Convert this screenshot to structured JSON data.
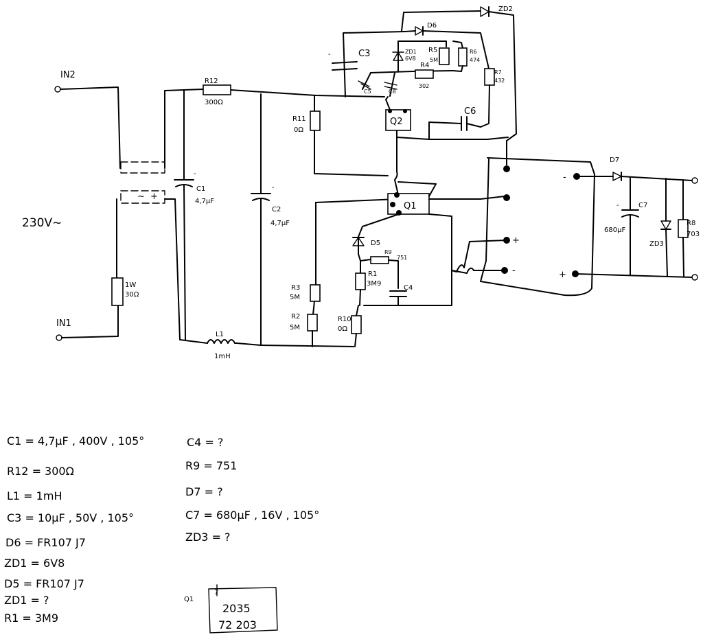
{
  "diagram": {
    "inputs": {
      "in2": "IN2",
      "in1": "IN1",
      "mains": "230V~"
    },
    "fuse_resistor": {
      "rating": "1W",
      "value": "30Ω"
    },
    "bridge": {
      "ac": "~",
      "plus": "+"
    },
    "components": {
      "r12": {
        "name": "R12",
        "value": "300Ω"
      },
      "c1": {
        "name": "C1",
        "value": "4,7µF",
        "minus": "-"
      },
      "c2": {
        "name": "C2",
        "value": "4,7µF",
        "minus": "-"
      },
      "l1": {
        "name": "L1",
        "value": "1mH"
      },
      "r11": {
        "name": "R11",
        "value": "0Ω"
      },
      "r3": {
        "name": "R3",
        "value": "5M"
      },
      "r2": {
        "name": "R2",
        "value": "5M"
      },
      "r10": {
        "name": "R10",
        "value": "0Ω"
      },
      "r1": {
        "name": "R1",
        "value": "3M9"
      },
      "r9": {
        "name": "R9",
        "value": "751"
      },
      "d5": {
        "name": "D5"
      },
      "c4": {
        "name": "C4"
      },
      "q1": {
        "name": "Q1"
      },
      "q2": {
        "name": "Q2"
      },
      "c3": {
        "name": "C3",
        "minus": "-"
      },
      "c5": {
        "name": "C5"
      },
      "c8": {
        "name": "C8"
      },
      "zd1": {
        "name": "ZD1",
        "value": "6V8"
      },
      "r5": {
        "name": "R5",
        "value": "5M"
      },
      "r4": {
        "name": "R4",
        "value": "302"
      },
      "r6": {
        "name": "R6",
        "value": "474"
      },
      "r7": {
        "name": "R7",
        "value": "432"
      },
      "d6": {
        "name": "D6"
      },
      "zd2": {
        "name": "ZD2"
      },
      "c6": {
        "name": "C6"
      },
      "d7": {
        "name": "D7"
      },
      "c7": {
        "name": "C7",
        "value": "680µF",
        "minus": "-"
      },
      "zd3": {
        "name": "ZD3"
      },
      "r8": {
        "name": "R8",
        "value": "703"
      }
    },
    "transformer": {
      "p_minus": "-",
      "s_plus_left": "+",
      "s_minus": "-",
      "s_plus_right": "+"
    }
  },
  "notes": {
    "left": [
      "C1 = 4,7µF , 400V , 105°",
      "R12 = 300Ω",
      "L1 = 1mH",
      "C3 = 10µF , 50V , 105°",
      "D6 = FR107 J7",
      "ZD1 = 6V8",
      "D5 = FR107 J7",
      "ZD1 = ?",
      "R1 = 3M9"
    ],
    "right": [
      "C4 = ?",
      "R9 = 751",
      "D7 = ?",
      "C7 = 680µF , 16V , 105°",
      "ZD3 = ?"
    ],
    "q1_label": "Q1",
    "q1_marking": [
      "7",
      "2035",
      "72 203"
    ]
  }
}
